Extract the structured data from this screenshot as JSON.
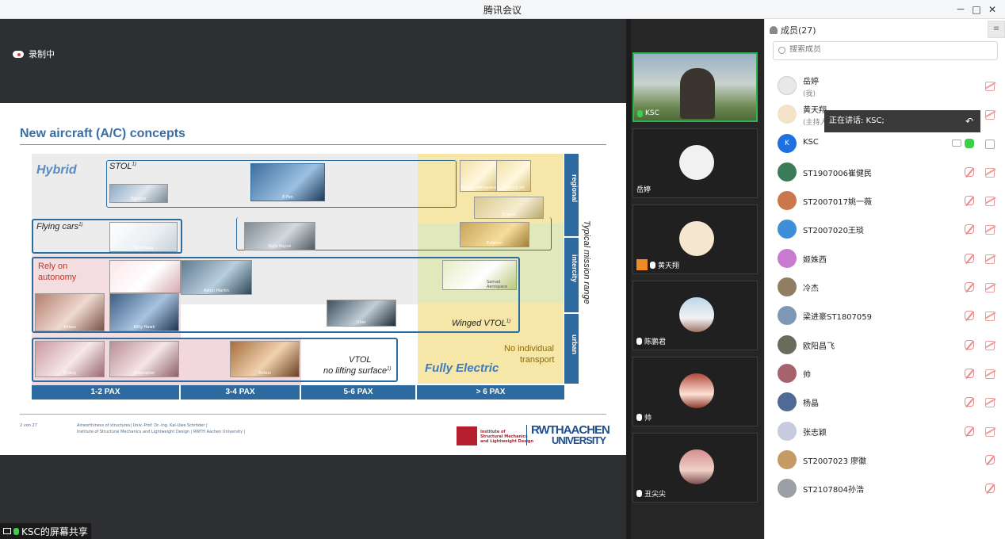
{
  "window": {
    "title": "腾讯会议",
    "min_label": "－",
    "max_label": "□",
    "close_label": "✕"
  },
  "recording": {
    "label": "录制中"
  },
  "slide": {
    "title": "New aircraft (A/C) concepts",
    "labels": {
      "hybrid": "Hybrid",
      "stol": "STOL",
      "stol_sup": "1)",
      "flying_cars": "Flying cars",
      "flying_cars_sup": "1)",
      "rely": "Rely on",
      "autonomy": "autonomy",
      "vtol": "VTOL",
      "no_lifting": "no lifting surface",
      "no_lifting_sup": "1)",
      "winged_vtol": "Winged VTOL",
      "winged_sup": "1)",
      "fully_electric": "Fully Electric",
      "no_individual": "No individual",
      "transport": "transport",
      "range_axis": "Typical mission range"
    },
    "thumbs": [
      {
        "label": "Equator"
      },
      {
        "label": "E-Fan"
      },
      {
        "label": "Samad Aerospace"
      },
      {
        "label": "Starling Jet"
      },
      {
        "label": "Zunum"
      },
      {
        "label": "Eviation"
      },
      {
        "label": "Terrafugia"
      },
      {
        "label": "Rolls Royce"
      },
      {
        "label": "Lilium"
      },
      {
        "label": "Aston Martin"
      },
      {
        "label": "E-Starling"
      },
      {
        "label": "Samad Aerospace"
      },
      {
        "label": "Airbus"
      },
      {
        "label": "Kitty Hawk"
      },
      {
        "label": "Uber"
      },
      {
        "label": "Ehang"
      },
      {
        "label": "Volocopter"
      },
      {
        "label": "Airbus"
      }
    ],
    "pax": [
      "1-2 PAX",
      "3-4 PAX",
      "5-6 PAX",
      "> 6 PAX"
    ],
    "ranges": [
      "regional",
      "intercity",
      "urban"
    ],
    "footer": {
      "page": "2 von 27",
      "line1": "Airworthiness of structures| Univ.-Prof. Dr.-Ing. Kai-Uwe Schröder |",
      "line2": "Institute of Structural Mechanics and Lightweight Design | RWTH Aachen University |",
      "inst1": "Institute of",
      "inst2": "Structural Mechanics",
      "inst3": "and Lightweight Design",
      "rwth1": "RWTHAACHEN",
      "rwth2": "UNIVERSITY"
    }
  },
  "videos": [
    {
      "name": "KSC",
      "active": true
    },
    {
      "name": "岳婷",
      "active": false
    },
    {
      "name": "黄天翔",
      "active": false
    },
    {
      "name": "陈鹏君",
      "active": false
    },
    {
      "name": "帅",
      "active": false
    },
    {
      "name": "丑尖尖",
      "active": false
    }
  ],
  "panel": {
    "header": "成员(27)",
    "menu_label": "≡",
    "search_placeholder": "搜索成员",
    "speaking_label": "正在讲话: KSC;",
    "members": [
      {
        "name": "岳婷",
        "sub": "(我)",
        "color": "#e8e8e8"
      },
      {
        "name": "黄天翔",
        "sub": "(主持人)",
        "color": "#f3e2c7"
      },
      {
        "name": "KSC",
        "sub": "",
        "color": "#1e6fe0",
        "initial": "K"
      },
      {
        "name": "ST1907006崔健民",
        "sub": "",
        "color": "#3a7b5a"
      },
      {
        "name": "ST2007017姚一薇",
        "sub": "",
        "color": "#c9774b"
      },
      {
        "name": "ST2007020王琰",
        "sub": "",
        "color": "#3f8fd8"
      },
      {
        "name": "姬姝西",
        "sub": "",
        "color": "#c77ad0"
      },
      {
        "name": "冷杰",
        "sub": "",
        "color": "#8f7e62"
      },
      {
        "name": "梁进豪ST1807059",
        "sub": "",
        "color": "#7d98b5"
      },
      {
        "name": "欧阳昌飞",
        "sub": "",
        "color": "#6b6b5c"
      },
      {
        "name": "帅",
        "sub": "",
        "color": "#a6636b"
      },
      {
        "name": "杨晶",
        "sub": "",
        "color": "#4f6a96"
      },
      {
        "name": "张志颖",
        "sub": "",
        "color": "#c8cbe0"
      },
      {
        "name": "ST2007023 廖徽",
        "sub": "",
        "color": "#c49a65"
      },
      {
        "name": "ST2107804孙浩",
        "sub": "",
        "color": "#9aa0a6"
      }
    ]
  },
  "share": {
    "label": "KSC的屏幕共享"
  },
  "colors": {
    "accent": "#2fb34a",
    "slide_blue": "#2c6aa0",
    "electric_yellow": "#f6e6a8"
  }
}
